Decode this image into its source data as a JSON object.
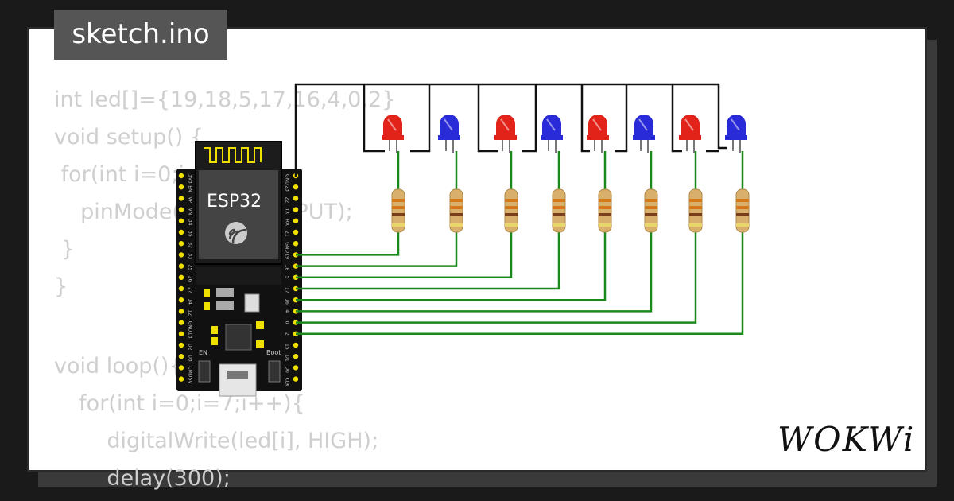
{
  "title": "sketch.ino",
  "code_lines": [
    "int led[]={19,18,5,17,16,4,0,2}",
    "void setup() {",
    " for(int i=0;i<8;i++)",
    "  pinMode(led[i], OUTPUT);",
    " }",
    "}",
    "",
    "void loop(){",
    "  for(int i=0;i=7;i++){",
    "    digitalWrite(led[i], HIGH);",
    "    delay(300);"
  ],
  "board": {
    "label": "ESP32",
    "en_label": "EN",
    "boot_label": "Boot",
    "left_pins": [
      "3V3",
      "EN",
      "VP",
      "VN",
      "34",
      "35",
      "32",
      "33",
      "25",
      "26",
      "27",
      "14",
      "12",
      "GND",
      "13",
      "D2",
      "D3",
      "CMD",
      "5V"
    ],
    "right_pins": [
      "GND",
      "23",
      "22",
      "TX",
      "RX",
      "21",
      "GND",
      "19",
      "18",
      "5",
      "17",
      "16",
      "4",
      "0",
      "2",
      "15",
      "D1",
      "D0",
      "CLK"
    ]
  },
  "leds": [
    {
      "color": "red",
      "pin": "19"
    },
    {
      "color": "blue",
      "pin": "18"
    },
    {
      "color": "red",
      "pin": "5"
    },
    {
      "color": "blue",
      "pin": "17"
    },
    {
      "color": "red",
      "pin": "16"
    },
    {
      "color": "blue",
      "pin": "4"
    },
    {
      "color": "red",
      "pin": "0"
    },
    {
      "color": "blue",
      "pin": "2"
    }
  ],
  "colors": {
    "red_led": "#e2231a",
    "blue_led": "#2a2bd8",
    "wire_green": "#1a8a1a",
    "wire_black": "#111111",
    "pin_yellow": "#f0e000"
  },
  "logo": "WOKWi"
}
